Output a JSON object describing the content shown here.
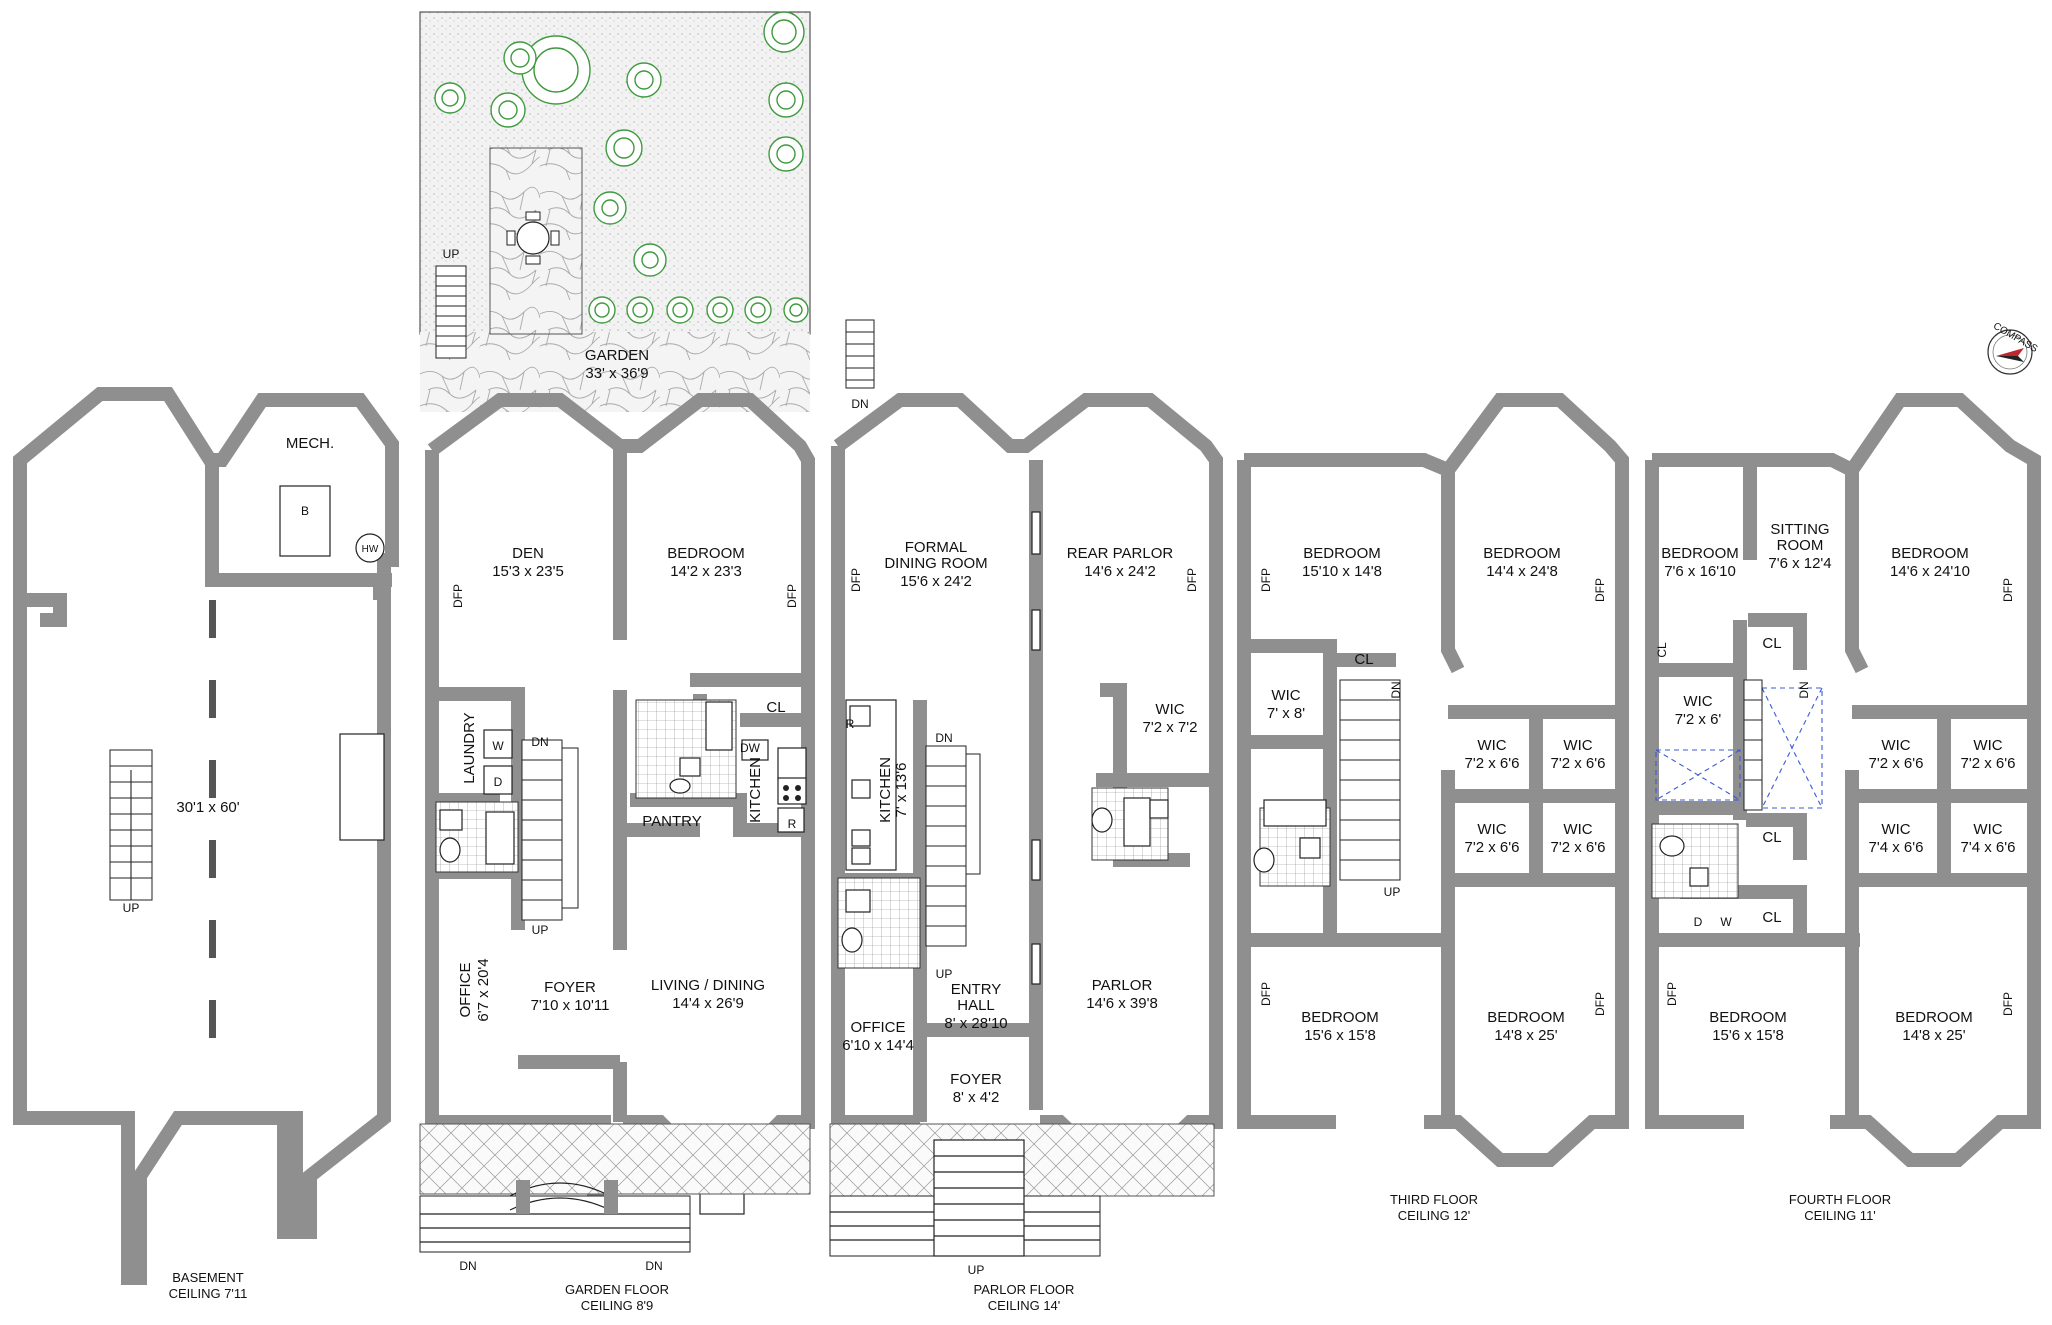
{
  "compass_label": "COMPASS",
  "floors": {
    "basement": {
      "name": "BASEMENT",
      "ceiling": "CEILING 7'11"
    },
    "garden": {
      "name": "GARDEN FLOOR",
      "ceiling": "CEILING 8'9"
    },
    "parlor": {
      "name": "PARLOR FLOOR",
      "ceiling": "CEILING 14'"
    },
    "third": {
      "name": "THIRD FLOOR",
      "ceiling": "CEILING 12'"
    },
    "fourth": {
      "name": "FOURTH FLOOR",
      "ceiling": "CEILING 11'"
    }
  },
  "rooms": {
    "basement_main": {
      "dim": "30'1 x 60'"
    },
    "mech": {
      "name": "MECH.",
      "boiler": "B",
      "hw": "HW"
    },
    "garden": {
      "name": "GARDEN",
      "dim": "33' x 36'9"
    },
    "den": {
      "name": "DEN",
      "dim": "15'3 x 23'5"
    },
    "garden_bedroom": {
      "name": "BEDROOM",
      "dim": "14'2 x 23'3"
    },
    "laundry": {
      "name": "LAUNDRY",
      "w": "W",
      "d": "D"
    },
    "pantry": {
      "name": "PANTRY"
    },
    "garden_kitchen": {
      "name": "KITCHEN",
      "dw": "DW",
      "r": "R",
      "cl": "CL"
    },
    "office_garden": {
      "name": "OFFICE",
      "dim": "6'7 x 20'4"
    },
    "foyer_garden": {
      "name": "FOYER",
      "dim": "7'10 x 10'11"
    },
    "living": {
      "name": "LIVING / DINING",
      "dim": "14'4 x 26'9"
    },
    "formal_dining": {
      "name": "FORMAL",
      "name2": "DINING ROOM",
      "dim": "15'6 x 24'2"
    },
    "rear_parlor": {
      "name": "REAR PARLOR",
      "dim": "14'6 x 24'2"
    },
    "parlor_kitchen": {
      "name": "KITCHEN",
      "dim": "7' x 13'6",
      "r": "R"
    },
    "parlor_wic": {
      "name": "WIC",
      "dim": "7'2 x 7'2"
    },
    "office_parlor": {
      "name": "OFFICE",
      "dim": "6'10 x 14'4"
    },
    "entry_hall": {
      "name": "ENTRY",
      "name2": "HALL",
      "dim": "8' x 28'10"
    },
    "foyer_parlor": {
      "name": "FOYER",
      "dim": "8' x 4'2"
    },
    "parlor": {
      "name": "PARLOR",
      "dim": "14'6 x 39'8"
    },
    "t_bed_rear_l": {
      "name": "BEDROOM",
      "dim": "15'10 x 14'8"
    },
    "t_bed_rear_r": {
      "name": "BEDROOM",
      "dim": "14'4 x 24'8"
    },
    "t_wic_l": {
      "name": "WIC",
      "dim": "7' x 8'"
    },
    "t_wic_1": {
      "name": "WIC",
      "dim": "7'2 x 6'6"
    },
    "t_wic_2": {
      "name": "WIC",
      "dim": "7'2 x 6'6"
    },
    "t_wic_3": {
      "name": "WIC",
      "dim": "7'2 x 6'6"
    },
    "t_wic_4": {
      "name": "WIC",
      "dim": "7'2 x 6'6"
    },
    "t_bed_front_l": {
      "name": "BEDROOM",
      "dim": "15'6 x 15'8"
    },
    "t_bed_front_r": {
      "name": "BEDROOM",
      "dim": "14'8 x 25'"
    },
    "f_bed_rear_l": {
      "name": "BEDROOM",
      "dim": "7'6 x 16'10"
    },
    "f_sitting": {
      "name": "SITTING",
      "name2": "ROOM",
      "dim": "7'6 x 12'4"
    },
    "f_bed_rear_r": {
      "name": "BEDROOM",
      "dim": "14'6 x 24'10"
    },
    "f_wic_l": {
      "name": "WIC",
      "dim": "7'2 x 6'"
    },
    "f_wic_1": {
      "name": "WIC",
      "dim": "7'2 x 6'6"
    },
    "f_wic_2": {
      "name": "WIC",
      "dim": "7'2 x 6'6"
    },
    "f_wic_3": {
      "name": "WIC",
      "dim": "7'4 x 6'6"
    },
    "f_wic_4": {
      "name": "WIC",
      "dim": "7'4 x 6'6"
    },
    "f_bed_front_l": {
      "name": "BEDROOM",
      "dim": "15'6 x 15'8"
    },
    "f_bed_front_r": {
      "name": "BEDROOM",
      "dim": "14'8 x 25'"
    }
  },
  "marks": {
    "cl": "CL",
    "dfp": "DFP",
    "up": "UP",
    "dn": "DN",
    "d": "D",
    "w": "W"
  }
}
